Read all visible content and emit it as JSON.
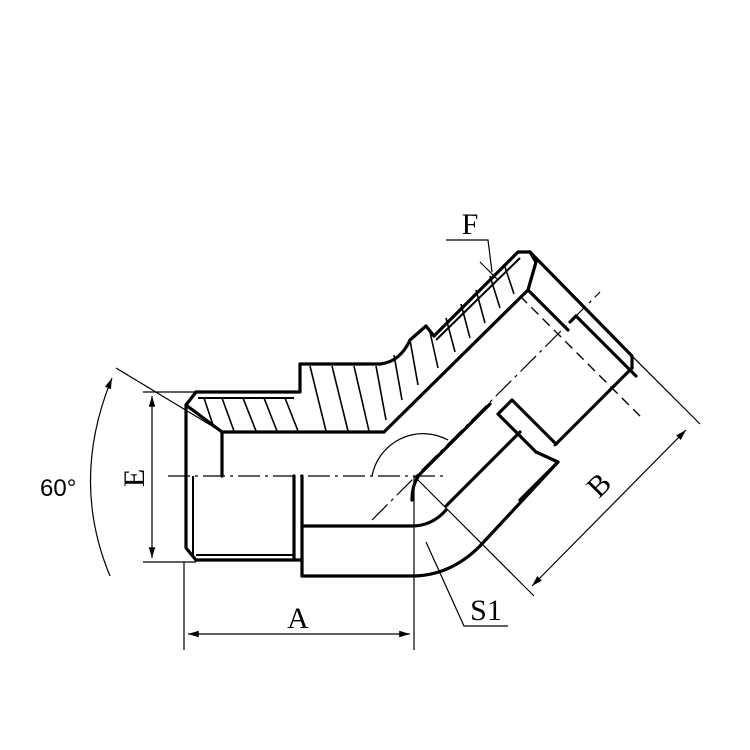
{
  "drawing": {
    "title": "45 degree elbow fitting, male thread x male thread",
    "background": "#ffffff",
    "line_color": "#000000"
  },
  "labels": {
    "angle": "60°",
    "dim_e": "E",
    "dim_a": "A",
    "dim_b": "B",
    "dim_f": "F",
    "dim_s1": "S1"
  }
}
